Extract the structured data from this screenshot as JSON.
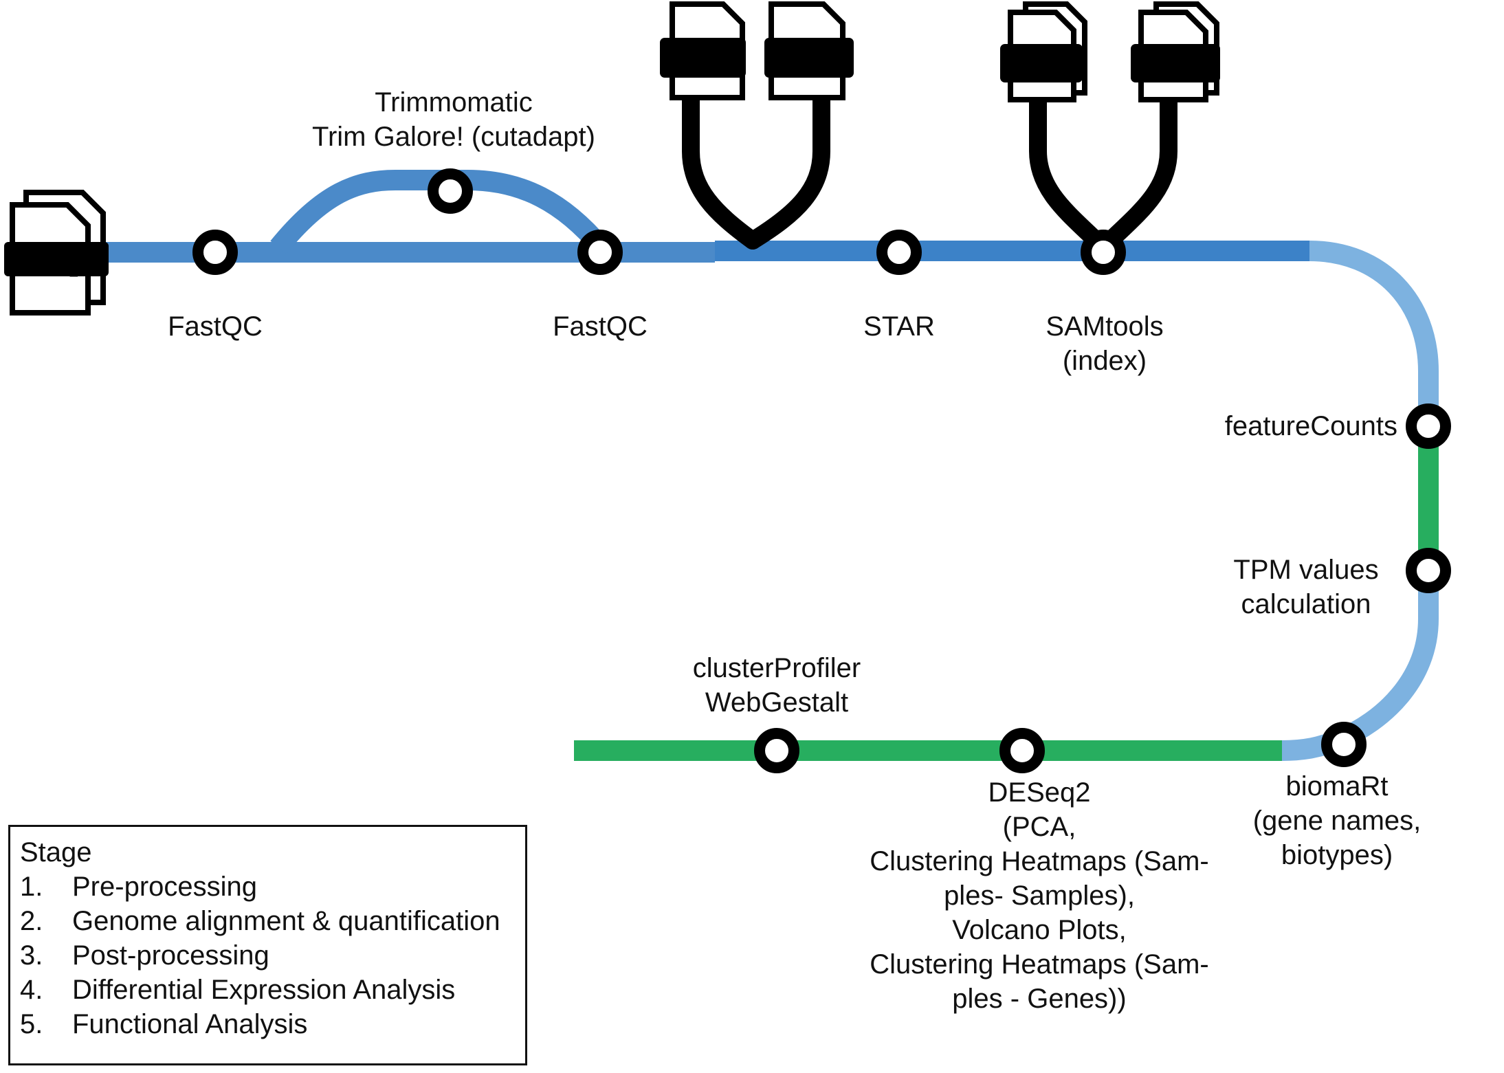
{
  "colors": {
    "preprocessing": "#4b8ac9",
    "alignment": "#3c82c8",
    "postprocessing_light": "#7db2e0",
    "analysis": "#27ae5f",
    "station_ring": "#000000",
    "file_body": "#ffffff",
    "file_outline": "#000000"
  },
  "files": {
    "fastq": "fastq",
    "gtf": "GTF",
    "fasta": "fasta",
    "bam": "bam",
    "bai": "bai"
  },
  "stations": {
    "fastqc1": "FastQC",
    "trim_line1": "Trimmomatic",
    "trim_line2": "Trim Galore! (cutadapt)",
    "fastqc2": "FastQC",
    "star": "STAR",
    "samtools_line1": "SAMtools",
    "samtools_line2": "(index)",
    "featurecounts": "featureCounts",
    "tpm_line1": "TPM values",
    "tpm_line2": "calculation",
    "biomart_line1": "biomaRt",
    "biomart_line2": "(gene names,",
    "biomart_line3": "biotypes)",
    "deseq_line1": "DESeq2",
    "deseq_line2": "(PCA,",
    "deseq_line3": "Clustering Heatmaps (Sam-",
    "deseq_line4": "ples- Samples),",
    "deseq_line5": "Volcano Plots,",
    "deseq_line6": "Clustering Heatmaps (Sam-",
    "deseq_line7": "ples - Genes))",
    "cluster_line1": "clusterProfiler",
    "cluster_line2": "WebGestalt"
  },
  "legend": {
    "title": "Stage",
    "items": [
      {
        "num": "1.",
        "label": "Pre-processing"
      },
      {
        "num": "2.",
        "label": "Genome alignment & quantification"
      },
      {
        "num": "3.",
        "label": "Post-processing"
      },
      {
        "num": "4.",
        "label": "Differential Expression Analysis"
      },
      {
        "num": "5.",
        "label": "Functional Analysis"
      }
    ]
  }
}
